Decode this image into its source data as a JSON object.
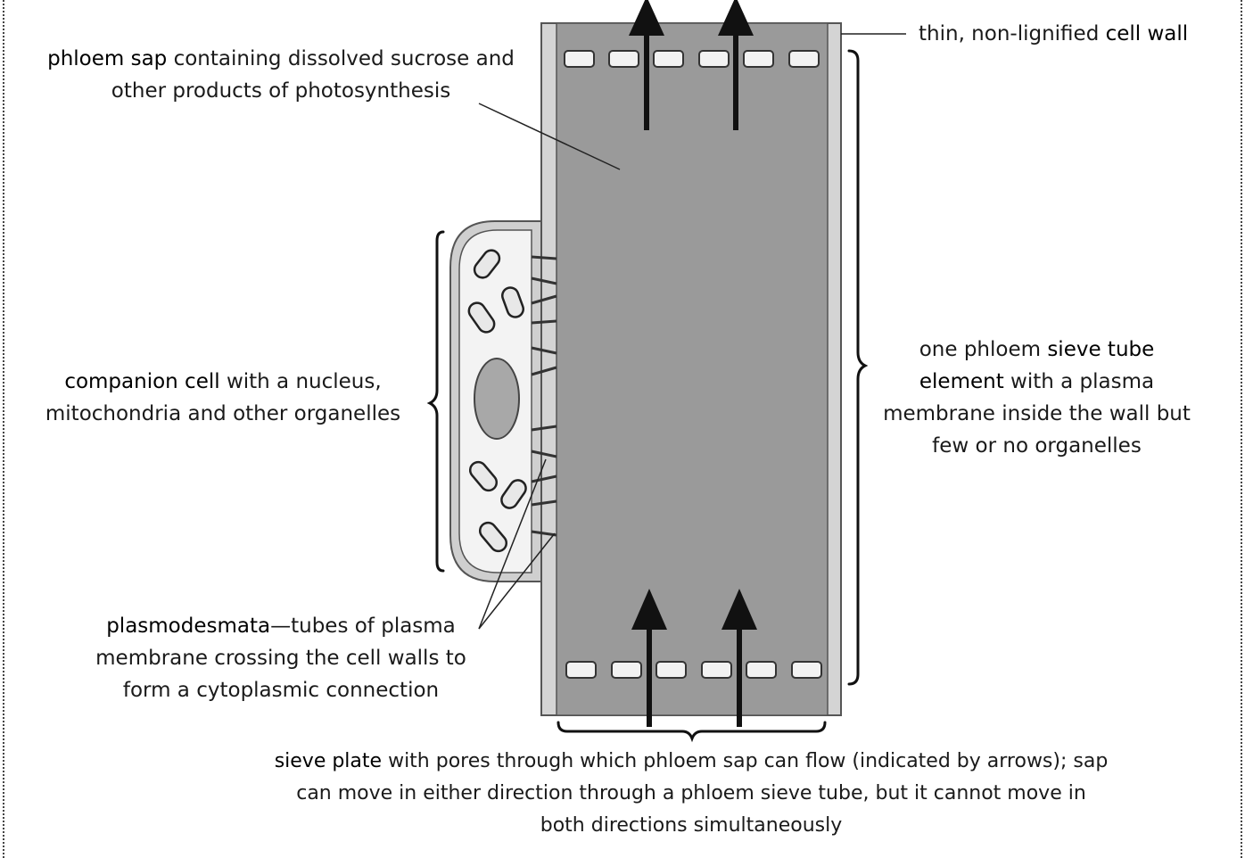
{
  "labels": {
    "cell_wall": {
      "pre": "thin, non-lignified ",
      "key": "cell wall"
    },
    "phloem_sap": {
      "key": "phloem sap",
      "rest1": " containing dissolved sucrose and",
      "line2": "other products of photosynthesis"
    },
    "companion_cell": {
      "key": "companion cell",
      "rest1": " with a nucleus,",
      "line2": "mitochondria and other organelles"
    },
    "sieve_tube": {
      "pre1": "one phloem ",
      "key1": "sieve tube",
      "key2": "element",
      "rest2": " with a plasma",
      "line3": "membrane inside the wall but",
      "line4": "few or no organelles"
    },
    "plasmodesmata": {
      "key": "plasmodesmata",
      "rest1": "—tubes of plasma",
      "line2": "membrane crossing the cell walls to",
      "line3": "form a cytoplasmic connection"
    },
    "sieve_plate": {
      "key": "sieve plate",
      "rest1": " with pores through which phloem sap can flow (indicated by arrows); sap",
      "line2": "can move in either direction through a phloem sieve tube, but it cannot move in",
      "line3": "both directions simultaneously"
    }
  },
  "colors": {
    "sap": "#9a9a9a",
    "wall": "#d4d4d4",
    "companion_cytoplasm": "#f3f3f3",
    "nucleus": "#a8a8a8",
    "ink": "#111111"
  }
}
